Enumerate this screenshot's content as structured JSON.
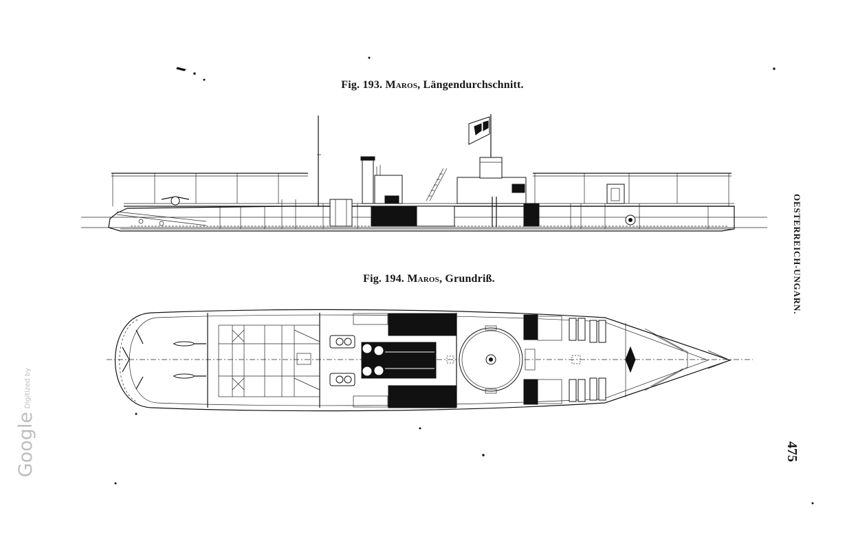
{
  "fig193": {
    "number": "Fig. 193.",
    "ship": "Maros",
    "title": ", Längendurchschnitt."
  },
  "fig194": {
    "number": "Fig. 194.",
    "ship": "Maros",
    "title": ", Grundriß."
  },
  "running_heading": "OESTERREICH-UNGARN.",
  "page_number": "475",
  "watermark": {
    "small": "Digitized by",
    "brand": "Google"
  }
}
